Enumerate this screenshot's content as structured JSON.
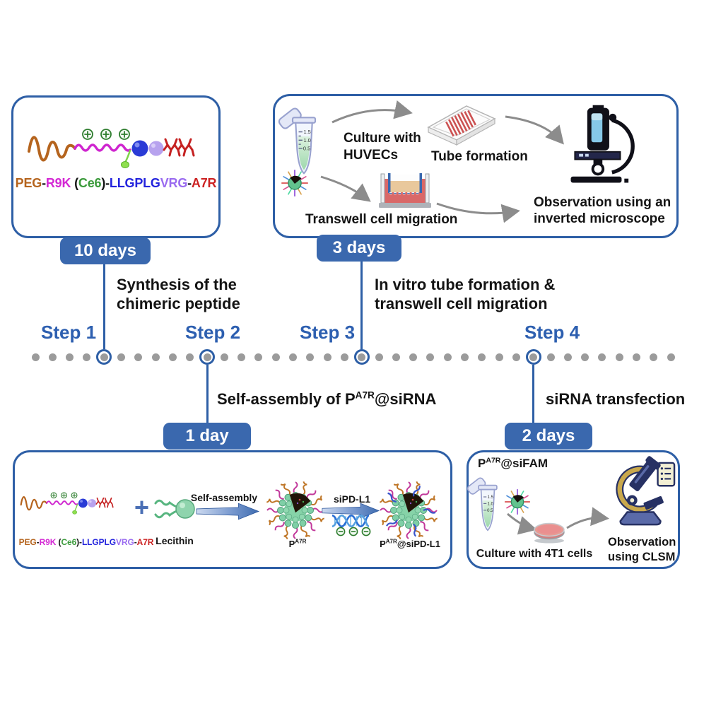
{
  "palette": {
    "accent_blue": "#2e5fa6",
    "badge_blue": "#3a68ae",
    "step_blue": "#2d5fb0",
    "dot_gray": "#9b9b9b",
    "arrow_gray": "#8c8c8c"
  },
  "steps": [
    {
      "label": "Step 1"
    },
    {
      "label": "Step 2"
    },
    {
      "label": "Step 3"
    },
    {
      "label": "Step 4"
    }
  ],
  "badges": {
    "synthesis": "10 days",
    "invitro": "3 days",
    "assembly": "1 day",
    "transfection": "2 days"
  },
  "sections": {
    "synthesis": {
      "line1": "Synthesis of the",
      "line2": "chimeric peptide"
    },
    "invitro": {
      "line1": "In vitro tube formation &",
      "line2": "transwell cell migration"
    },
    "assembly": {
      "prefix": "Self-assembly of P",
      "sup": "A7R",
      "suffix": "@siRNA"
    },
    "transfection": {
      "label": "siRNA transfection"
    }
  },
  "peptide_formula": {
    "segments": [
      {
        "t": "PEG",
        "c": "#b5641e"
      },
      {
        "t": "-",
        "c": "#141414"
      },
      {
        "t": "R9K",
        "c": "#d428d4"
      },
      {
        "t": " (",
        "c": "#141414"
      },
      {
        "t": "Ce6",
        "c": "#3a9a3a"
      },
      {
        "t": ")-",
        "c": "#141414"
      },
      {
        "t": "LLGPLG",
        "c": "#2323dd"
      },
      {
        "t": "VRG",
        "c": "#9a6bf0"
      },
      {
        "t": "-",
        "c": "#141414"
      },
      {
        "t": "A7R",
        "c": "#cc2222"
      }
    ]
  },
  "tube_marks": [
    "1.5",
    "1.0",
    "0.5"
  ],
  "box_invitro": {
    "culture_line1": "Culture with",
    "culture_line2": "HUVECs",
    "tube_formation": "Tube formation",
    "transwell": "Transwell cell migration",
    "observation_line1": "Observation using an",
    "observation_line2": "inverted microscope"
  },
  "box_assembly": {
    "plus": "+",
    "lecithin": "Lecithin",
    "self_assembly": "Self-assembly",
    "sipdl1": "siPD-L1",
    "particle1": {
      "base": "P",
      "sup": "A7R"
    },
    "particle2": {
      "base": "P",
      "sup": "A7R",
      "suffix": "@siPD-L1"
    }
  },
  "box_transfection": {
    "title": {
      "base": "P",
      "sup": "A7R",
      "suffix": "@siFAM"
    },
    "culture": "Culture with 4T1 cells",
    "observation_line1": "Observation",
    "observation_line2": "using CLSM"
  }
}
